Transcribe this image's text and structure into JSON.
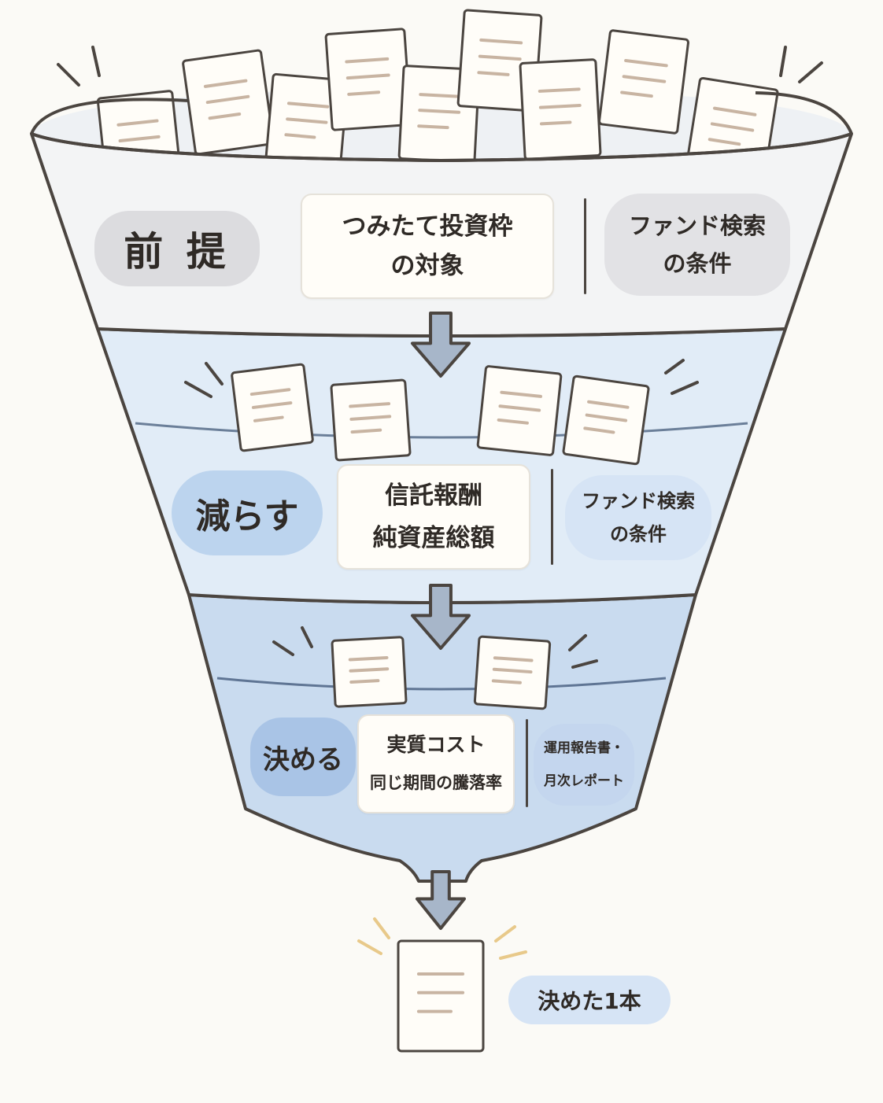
{
  "stages": [
    {
      "label": "前 提",
      "main_lines": [
        "つみたて投資枠",
        "の対象"
      ],
      "side_lines": [
        "ファンド検索",
        "の条件"
      ]
    },
    {
      "label": "減らす",
      "main_lines": [
        "信託報酬",
        "純資産総額"
      ],
      "side_lines": [
        "ファンド検索",
        "の条件"
      ]
    },
    {
      "label": "決める",
      "main_lines": [
        "実質コスト",
        "同じ期間の騰落率"
      ],
      "side_lines": [
        "運用報告書・",
        "月次レポート"
      ]
    }
  ],
  "result": {
    "label": "決めた1本"
  },
  "colors": {
    "outline": "#4b4540",
    "band1": "#f3f4f5",
    "band2": "#e1ecf7",
    "band3": "#c9dbef",
    "label_pill_1": "#dcdcdf",
    "label_pill_2": "#bcd4ee",
    "label_pill_3": "#a9c4e6",
    "side_pill_1": "#e2e2e5",
    "side_pill_2": "#d6e4f5",
    "side_pill_3": "#c4d6ee",
    "arrow": "#a7b6c9",
    "doc_line": "#c8b4a2",
    "sparkle": "#e8c98a"
  }
}
